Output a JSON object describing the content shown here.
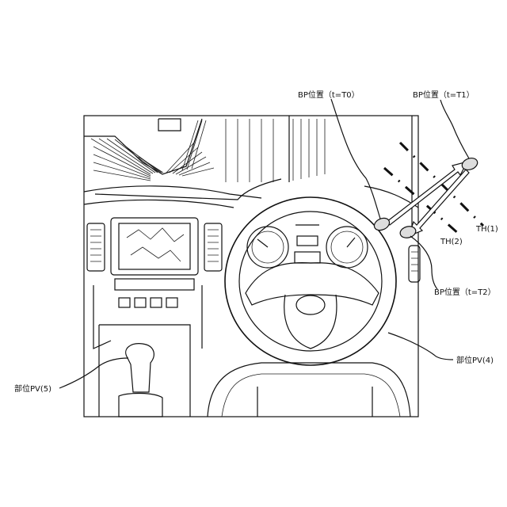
{
  "labels": {
    "bp_t0": "BP位置（t=T0）",
    "bp_t1": "BP位置（t=T1）",
    "bp_t2": "BP位置（t=T2）",
    "th1": "TH(1)",
    "th2": "TH(2)",
    "part4": "部位PV(4)",
    "part5": "部位PV(5)"
  },
  "colors": {
    "line": "#111111",
    "background": "#ffffff"
  }
}
